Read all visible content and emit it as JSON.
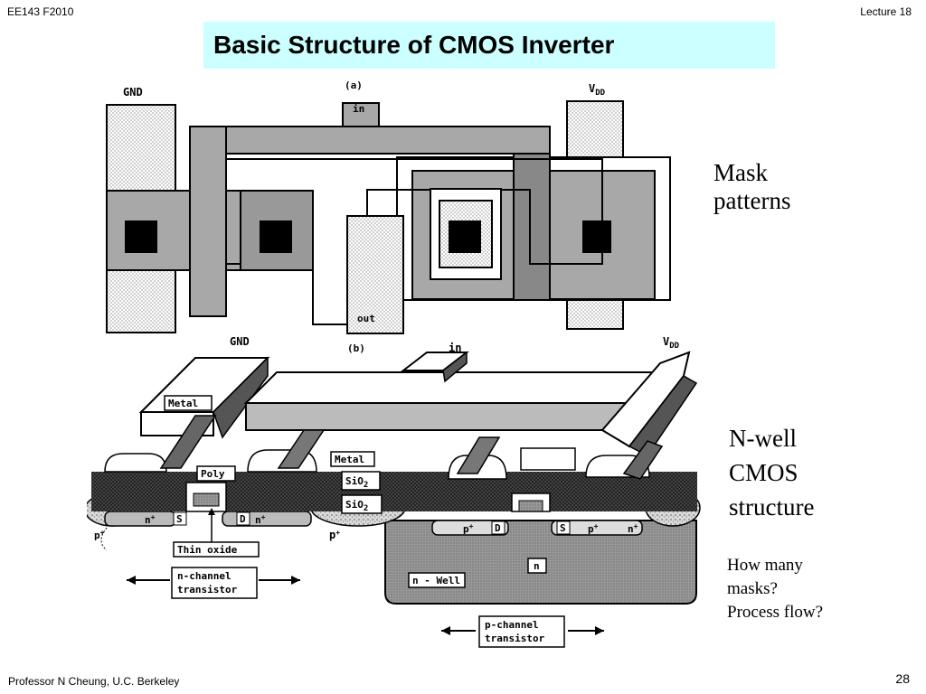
{
  "header": {
    "left": "EE143 F2010",
    "right": "Lecture 18"
  },
  "title": "Basic Structure of CMOS  Inverter",
  "figure": {
    "a_tag": "(a)",
    "b_tag": "(b)",
    "top": {
      "gnd": "GND",
      "vdd": "V",
      "vdd_sub": "DD",
      "in": "in",
      "out": "out"
    },
    "bottom": {
      "gnd": "GND",
      "in": "in",
      "vdd": "V",
      "vdd_sub": "DD",
      "metal_left": "Metal",
      "metal_right": "Metal",
      "poly": "Poly",
      "sio2_a": "SiO",
      "sio2_b": "SiO",
      "sub2": "2",
      "n_plus": "n",
      "s": "S",
      "d": "D",
      "plus": "+",
      "p_plus": "p",
      "minus": "-",
      "thin_oxide": "Thin oxide",
      "n_region": "n",
      "n_well": "n - Well",
      "nch_1": "n-channel",
      "nch_2": "transistor",
      "pch_1": "p-channel",
      "pch_2": "transistor"
    }
  },
  "labels": {
    "mask": [
      "Mask",
      "patterns"
    ],
    "nwell": [
      "N-well",
      "CMOS",
      "structure"
    ],
    "questions": [
      "How many",
      "masks?",
      "Process flow?"
    ]
  },
  "footer": {
    "left": "Professor  N Cheung, U.C. Berkeley",
    "page": "28"
  }
}
